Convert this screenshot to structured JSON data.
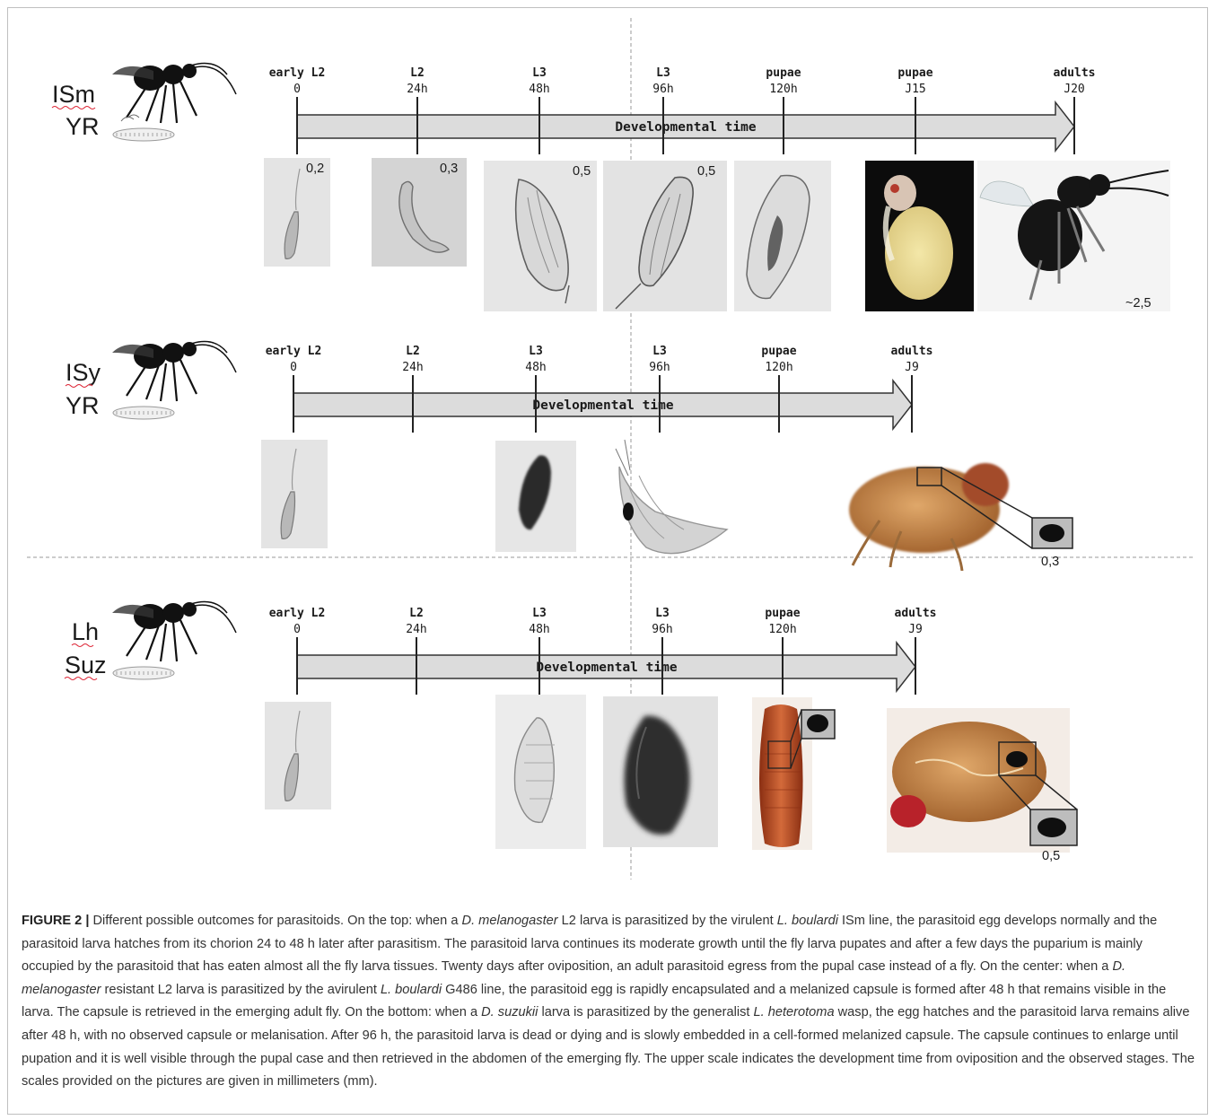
{
  "rows": [
    {
      "label_line1": "ISm",
      "label_line2": "YR",
      "stages": [
        {
          "name": "early L2",
          "time": "0"
        },
        {
          "name": "L2",
          "time": "24h"
        },
        {
          "name": "L3",
          "time": "48h"
        },
        {
          "name": "L3",
          "time": "96h"
        },
        {
          "name": "pupae",
          "time": "120h"
        },
        {
          "name": "pupae",
          "time": "J15"
        },
        {
          "name": "adults",
          "time": "J20"
        }
      ],
      "arrow_label": "Developmental time",
      "scales": [
        "0,2",
        "0,3",
        "0,5",
        "0,5",
        "~2,5"
      ]
    },
    {
      "label_line1": "ISy",
      "label_line2": "YR",
      "stages": [
        {
          "name": "early L2",
          "time": "0"
        },
        {
          "name": "L2",
          "time": "24h"
        },
        {
          "name": "L3",
          "time": "48h"
        },
        {
          "name": "L3",
          "time": "96h"
        },
        {
          "name": "pupae",
          "time": "120h"
        },
        {
          "name": "adults",
          "time": "J9"
        }
      ],
      "arrow_label": "Developmental time",
      "scales": [
        "0,3"
      ]
    },
    {
      "label_line1": "Lh",
      "label_line2": "Suz",
      "stages": [
        {
          "name": "early L2",
          "time": "0"
        },
        {
          "name": "L2",
          "time": "24h"
        },
        {
          "name": "L3",
          "time": "48h"
        },
        {
          "name": "L3",
          "time": "96h"
        },
        {
          "name": "pupae",
          "time": "120h"
        },
        {
          "name": "adults",
          "time": "J9"
        }
      ],
      "arrow_label": "Developmental time",
      "scales": [
        "0,5"
      ]
    }
  ],
  "caption": {
    "label": "FIGURE 2 |",
    "segments": [
      {
        "t": " Different possible outcomes for parasitoids. On the top: when a "
      },
      {
        "t": "D. melanogaster",
        "i": true
      },
      {
        "t": " L2 larva is parasitized by the virulent "
      },
      {
        "t": "L. boulardi",
        "i": true
      },
      {
        "t": " ISm line, the parasitoid egg develops normally and the parasitoid larva hatches from its chorion 24 to 48 h later after parasitism. The parasitoid larva continues its moderate growth until the fly larva pupates and after a few days the puparium is mainly occupied by the parasitoid that has eaten almost all the fly larva tissues. Twenty days after oviposition, an adult parasitoid egress from the pupal case instead of a fly. On the center: when a "
      },
      {
        "t": "D. melanogaster",
        "i": true
      },
      {
        "t": " resistant L2 larva is parasitized by the avirulent "
      },
      {
        "t": "L. boulardi",
        "i": true
      },
      {
        "t": " G486 line, the parasitoid egg is rapidly encapsulated and a melanized capsule is formed after 48 h that remains visible in the larva. The capsule is retrieved in the emerging adult fly. On the bottom: when a "
      },
      {
        "t": "D. suzukii",
        "i": true
      },
      {
        "t": " larva is parasitized by the generalist "
      },
      {
        "t": "L. heterotoma",
        "i": true
      },
      {
        "t": " wasp, the egg hatches and the parasitoid larva remains alive after 48 h, with no observed capsule or melanisation. After 96 h, the parasitoid larva is dead or dying and is slowly embedded in a cell-formed melanized capsule. The capsule continues to enlarge until pupation and it is well visible through the pupal case and then retrieved in the abdomen of the emerging fly. The upper scale indicates the development time from oviposition and the observed stages. The scales provided on the pictures are given in millimeters (mm)."
      }
    ]
  },
  "colors": {
    "arrow_fill": "#dcdcdc",
    "arrow_stroke": "#333333",
    "melanized": "#1a1a1a",
    "fly_body": "#b8763c",
    "pupa": "#b5532c"
  }
}
